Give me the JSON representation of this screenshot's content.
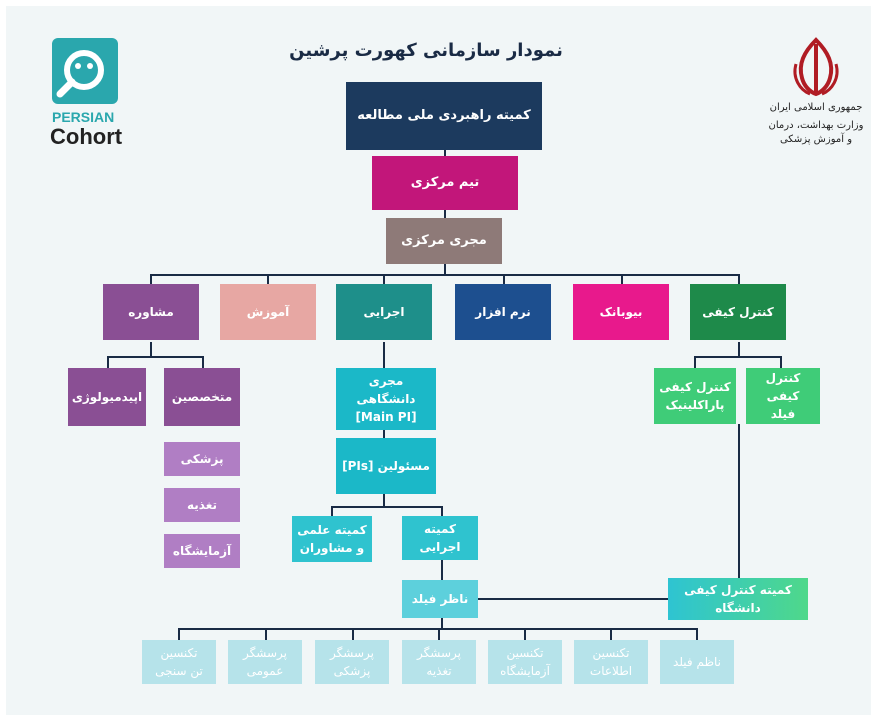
{
  "title": "نمودار سازمانی کهورت پرشین",
  "logo_left": {
    "line1": "PERSIAN",
    "line2": "Cohort"
  },
  "logo_right": {
    "emblem_text": "جمهوری اسلامی ایران",
    "line1": "وزارت بهداشت، درمان",
    "line2": "و آموزش پزشکی"
  },
  "colors": {
    "navy": "#1c3a5e",
    "magenta": "#c2167a",
    "taupe": "#8e7a78",
    "purple": "#8a4f94",
    "pink": "#e7a7a3",
    "teal": "#1e8f8a",
    "blue": "#1d4f8f",
    "hotpink": "#e8198c",
    "green": "#1e8a4a",
    "lightgreen": "#3fcc78",
    "cyan": "#1bb8c8",
    "lightpurple": "#b07ec4",
    "paleblue": "#b6e3ea",
    "line": "#1a2b45"
  },
  "nodes": {
    "steering": "کمیته راهبردی ملی مطالعه",
    "central_team": "تیم مرکزی",
    "central_exec": "مجری مرکزی",
    "consult": "مشاوره",
    "education": "آموزش",
    "executive": "اجرایی",
    "software": "نرم افزار",
    "biobank": "بیوبانک",
    "qc": "کنترل کیفی",
    "epidemiology": "اپیدمیولوژی",
    "specialists": "متخصصین",
    "medicine": "پزشکی",
    "nutrition": "تغذیه",
    "lab": "آزمایشگاه",
    "main_pi": "مجری دانشگاهی\n[Main PI]",
    "pis": "مسئولین [PIs]",
    "sci_committee": "کمیته علمی\nو مشاوران",
    "exec_committee": "کمیته اجرایی",
    "field_supervisor": "ناظر فیلد",
    "qc_paraclinic": "کنترل کیفی\nپاراکلینیک",
    "qc_field": "کنترل کیفی\nفیلد",
    "uni_qc_committee": "کمیته کنترل کیفی\nدانشگاه",
    "tech_body": "تکنسین\nتن سنجی",
    "nurse_general": "پرسشگر\nعمومی",
    "nurse_medical": "پرسشگر\nپزشکی",
    "nurse_nutrition": "پرسشگر\nتغذیه",
    "tech_lab": "تکنسین\nآزمایشگاه",
    "tech_info": "تکنسین\nاطلاعات",
    "field_manager": "ناظم فیلد"
  }
}
